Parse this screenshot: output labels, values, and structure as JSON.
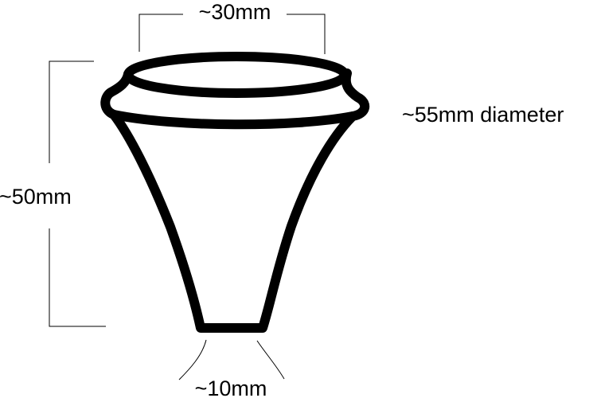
{
  "dimensions": {
    "top_width": "~30mm",
    "max_diameter": "~55mm diameter",
    "height": "~50mm",
    "bottom_width": "~10mm"
  },
  "colors": {
    "outline": "#000000",
    "background": "#ffffff"
  }
}
